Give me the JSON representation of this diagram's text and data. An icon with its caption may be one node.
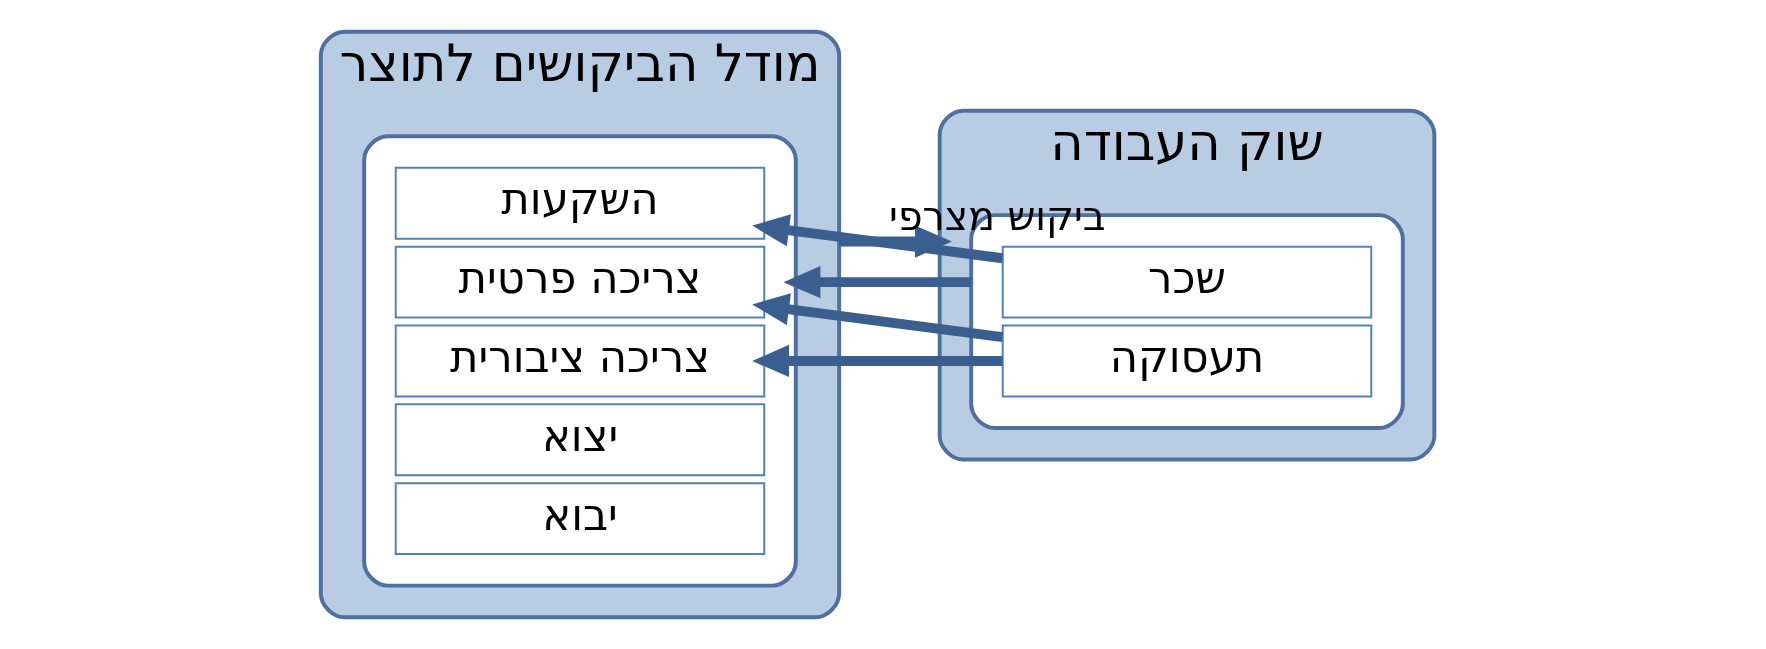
{
  "diagram": {
    "nodes": [
      {
        "text": [
          "מודל הביקושים לתוצר"
        ]
      },
      {
        "text": [],
        "shape": "box",
        "in": 0
      },
      {
        "text": [
          "צריכה פרטית"
        ],
        "in": 1
      },
      {
        "text": [
          "השקעות"
        ],
        "in": 1
      },
      {
        "text": [
          "צריכה ציבורית"
        ],
        "in": 1
      },
      {
        "text": [
          "יצוא"
        ],
        "in": 1
      },
      {
        "text": [
          "יבוא"
        ],
        "in": 1
      },
      {
        "text": [
          "שוק העבודה"
        ]
      },
      {
        "text": [],
        "shape": "box",
        "in": 7
      },
      {
        "text": [
          "שכר"
        ],
        "in": 8
      },
      {
        "text": [
          "תעסוקה"
        ],
        "in": 8
      }
    ],
    "edges": [
      {
        "from": 0,
        "to": 7,
        "arrow": "to",
        "label": "ביקוש מצרפי"
      },
      {
        "from": 8,
        "to": 1,
        "arrow": "to"
      },
      {
        "from": 9,
        "to": 3,
        "arrow": "to"
      },
      {
        "from": 10,
        "to": 2,
        "arrow": "to"
      },
      {
        "from": 10,
        "to": 4,
        "arrow": "to"
      }
    ]
  }
}
